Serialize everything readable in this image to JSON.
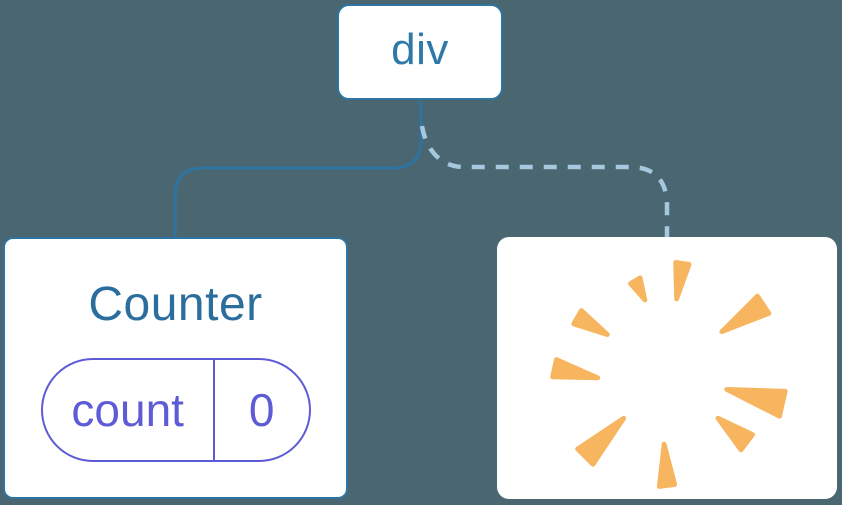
{
  "diagram": {
    "root": {
      "label": "div"
    },
    "counter": {
      "title": "Counter",
      "state_key": "count",
      "state_value": "0"
    },
    "removed": {
      "icon": "poof-icon",
      "ray_count": 9
    }
  },
  "connectors": {
    "left": "solid",
    "right": "dashed"
  },
  "colors": {
    "background": "#4A6670",
    "line-solid": "#2E74A3",
    "line-dashed": "#A6C8DE",
    "node-border": "#2E74A3",
    "node-text": "#2F79A8",
    "title-text": "#2B6E9D",
    "state": "#5E5BD7",
    "poof": "#F7B55F",
    "card": "#FFFFFF"
  }
}
